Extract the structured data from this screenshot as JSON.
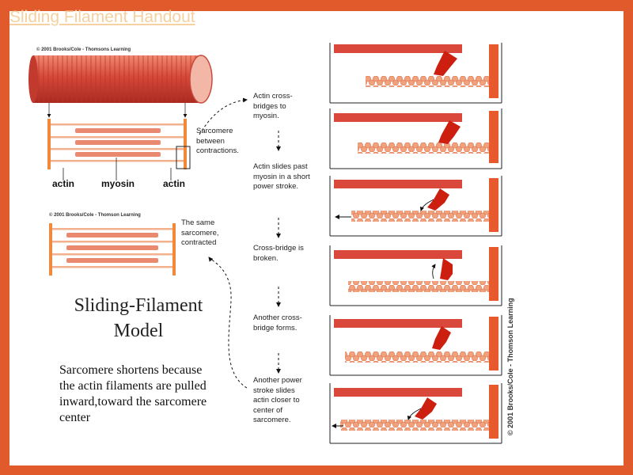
{
  "handout_title": "Sliding Filament Handout",
  "copyright_top": "© 2001 Brooks/Cole - Thomsons Learning",
  "copyright_mid": "© 2001 Brooks/Cole - Thomson Learning",
  "copyright_vertical": "© 2001 Brooks/Cole - Thomson Learning",
  "labels": {
    "sarcomere_relaxed": "Sarcomere between contractions.",
    "actin_left": "actin",
    "myosin": "myosin",
    "actin_right": "actin",
    "sarcomere_contracted": "The same sarcomere, contracted"
  },
  "model_title": "Sliding-Filament Model",
  "model_description": "Sarcomere shortens because the actin filaments are pulled inward,toward the sarcomere center",
  "steps": [
    "Actin cross-bridges to myosin.",
    "Actin slides past myosin in a short power stroke.",
    "Cross-bridge is broken.",
    "Another cross-bridge forms.",
    "Another power stroke slides actin closer to center of sarcomere."
  ],
  "colors": {
    "background": "#e05a2b",
    "muscle": "#d9483a",
    "myosin": "#e86a4e",
    "actin": "#f0a07c",
    "head": "#cc1f10"
  }
}
